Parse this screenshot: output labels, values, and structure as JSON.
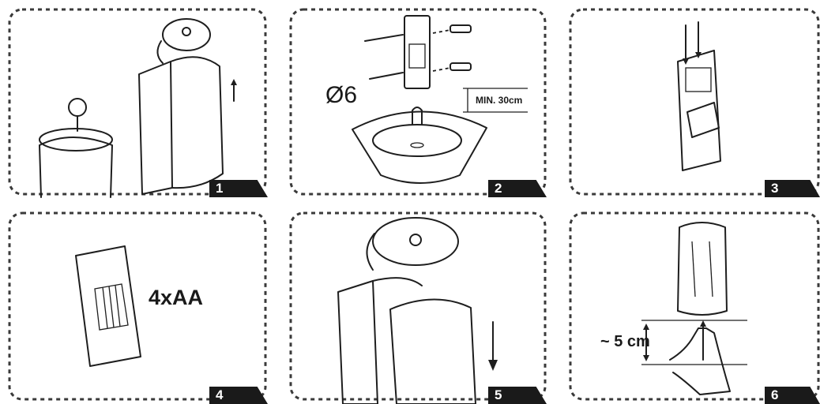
{
  "panels": [
    {
      "step": "1"
    },
    {
      "step": "2",
      "diameter": "Ø6",
      "min_height": "MIN. 30cm"
    },
    {
      "step": "3"
    },
    {
      "step": "4",
      "batteries": "4xAA"
    },
    {
      "step": "5"
    },
    {
      "step": "6",
      "distance": "~ 5 cm"
    }
  ]
}
